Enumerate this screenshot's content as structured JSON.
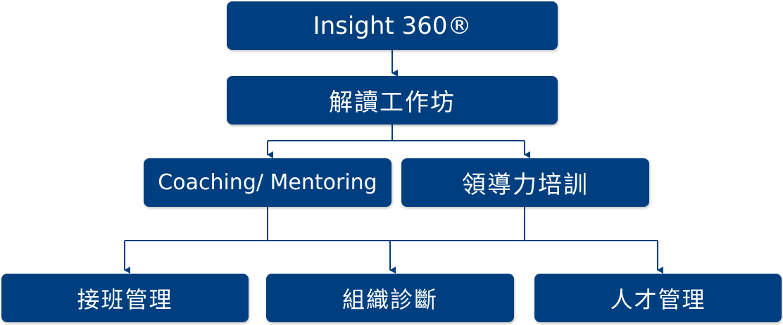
{
  "colors": {
    "box_fill": "#003f7f",
    "connector": "#003f7f",
    "text": "#ffffff"
  },
  "nodes": {
    "root": "Insight 360®",
    "workshop": "解讀工作坊",
    "coaching": "Coaching/ Mentoring",
    "leadership": "領導力培訓",
    "succession": "接班管理",
    "org_diagnosis": "組織診斷",
    "talent": "人才管理"
  }
}
